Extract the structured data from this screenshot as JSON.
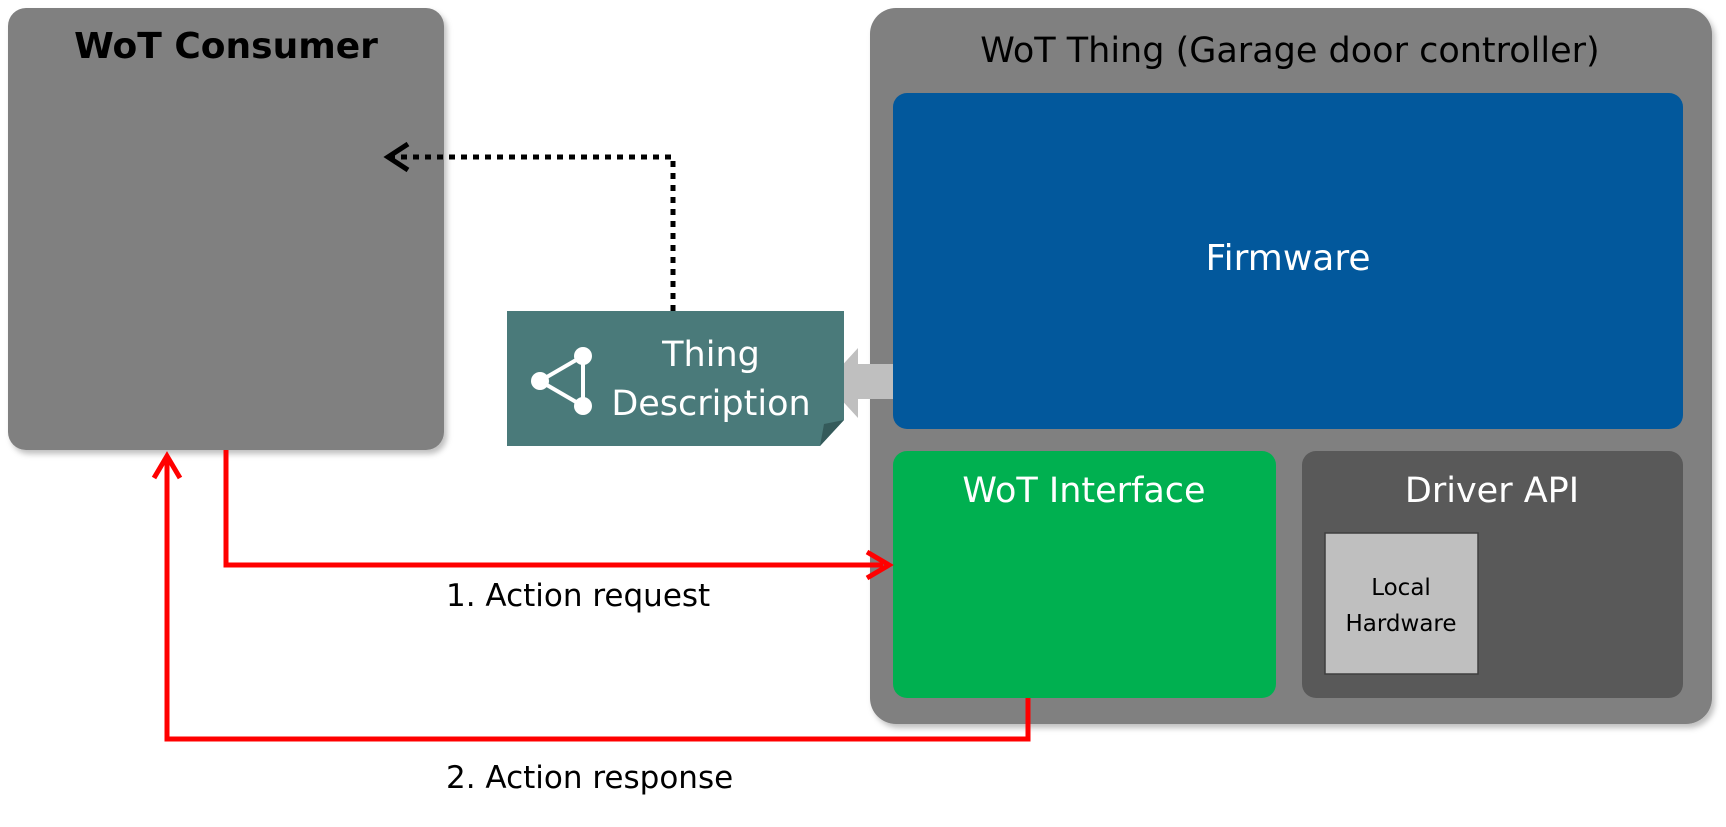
{
  "consumer": {
    "title": "WoT Consumer"
  },
  "thing": {
    "title": "WoT Thing (Garage door controller)",
    "firmware_label": "Firmware",
    "interface_label": "WoT Interface",
    "driver_api_label": "Driver API",
    "local_hardware_line1": "Local",
    "local_hardware_line2": "Hardware"
  },
  "thing_description": {
    "line1": "Thing",
    "line2": "Description",
    "icon": "graph-triangle-icon"
  },
  "flows": {
    "request_label": "1. Action request",
    "response_label": "2. Action response"
  },
  "colors": {
    "consumer_fill": "#808080",
    "thing_fill": "#808080",
    "firmware_fill": "#02589C",
    "interface_fill": "#00B050",
    "driver_fill": "#595959",
    "hardware_fill": "#BFBFBF",
    "td_fill": "#4A7A7A",
    "arrow_red": "#FF0000",
    "arrow_gray": "#BFBFBF",
    "dotted": "#000000"
  }
}
